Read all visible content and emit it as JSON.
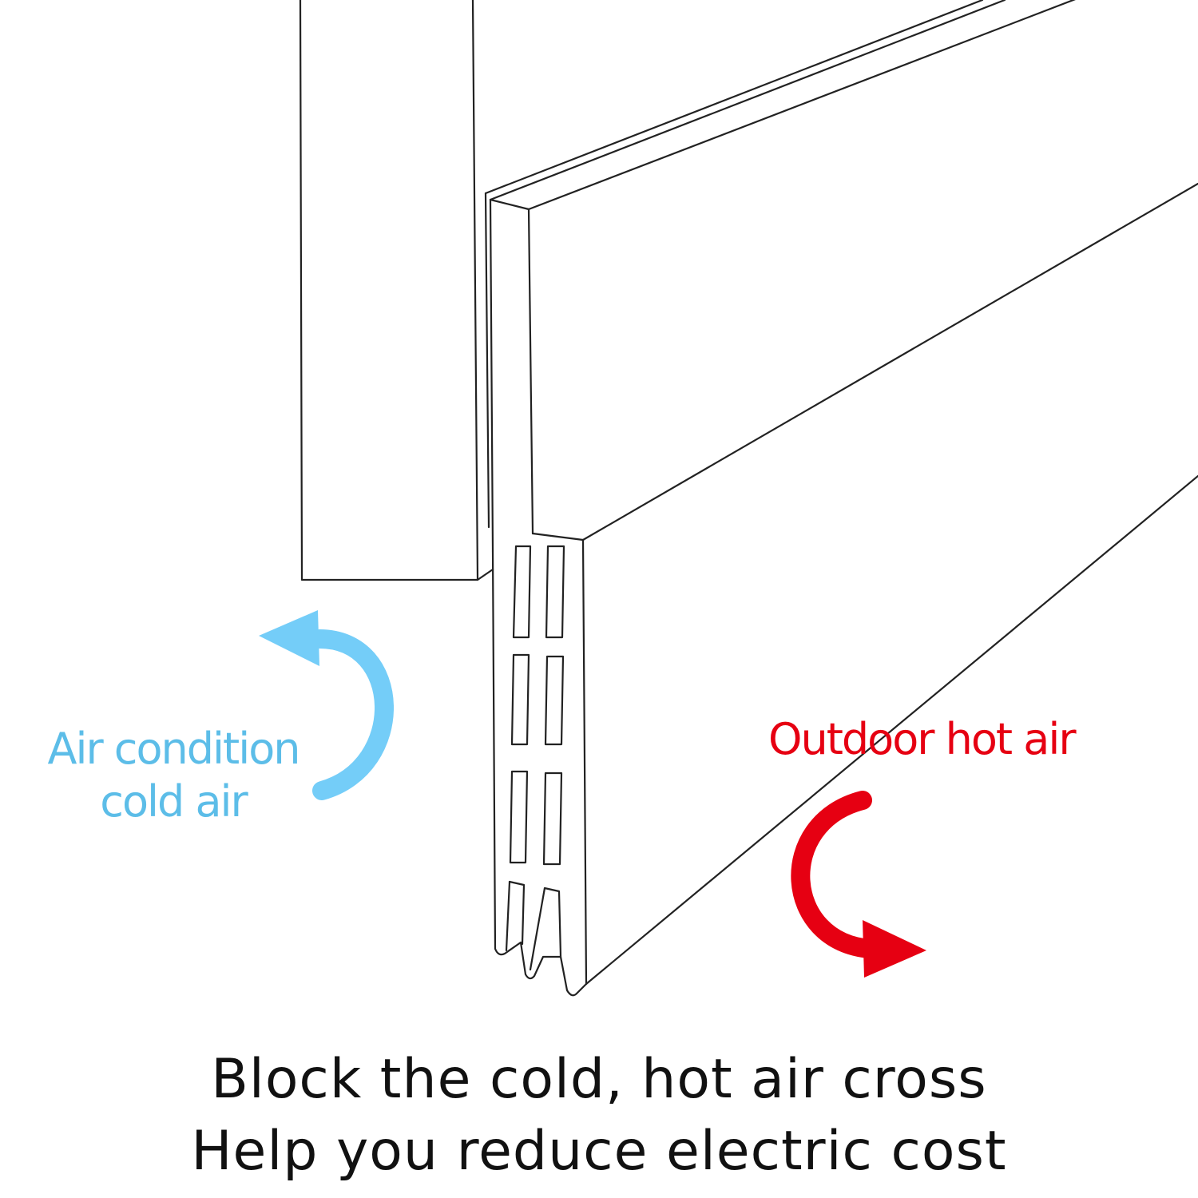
{
  "labels": {
    "cold_air_line1": "Air condition",
    "cold_air_line2": "cold air",
    "hot_air": "Outdoor hot air"
  },
  "caption": {
    "line1": "Block the cold, hot air cross",
    "line2": "Help you reduce electric cost"
  },
  "colors": {
    "cold": "#74CDF8",
    "hot": "#E60012",
    "line": "#222222",
    "caption": "#111111"
  },
  "icons": {
    "cold_arrow": "curved-arrow-up-left-icon",
    "hot_arrow": "curved-arrow-down-right-icon"
  }
}
